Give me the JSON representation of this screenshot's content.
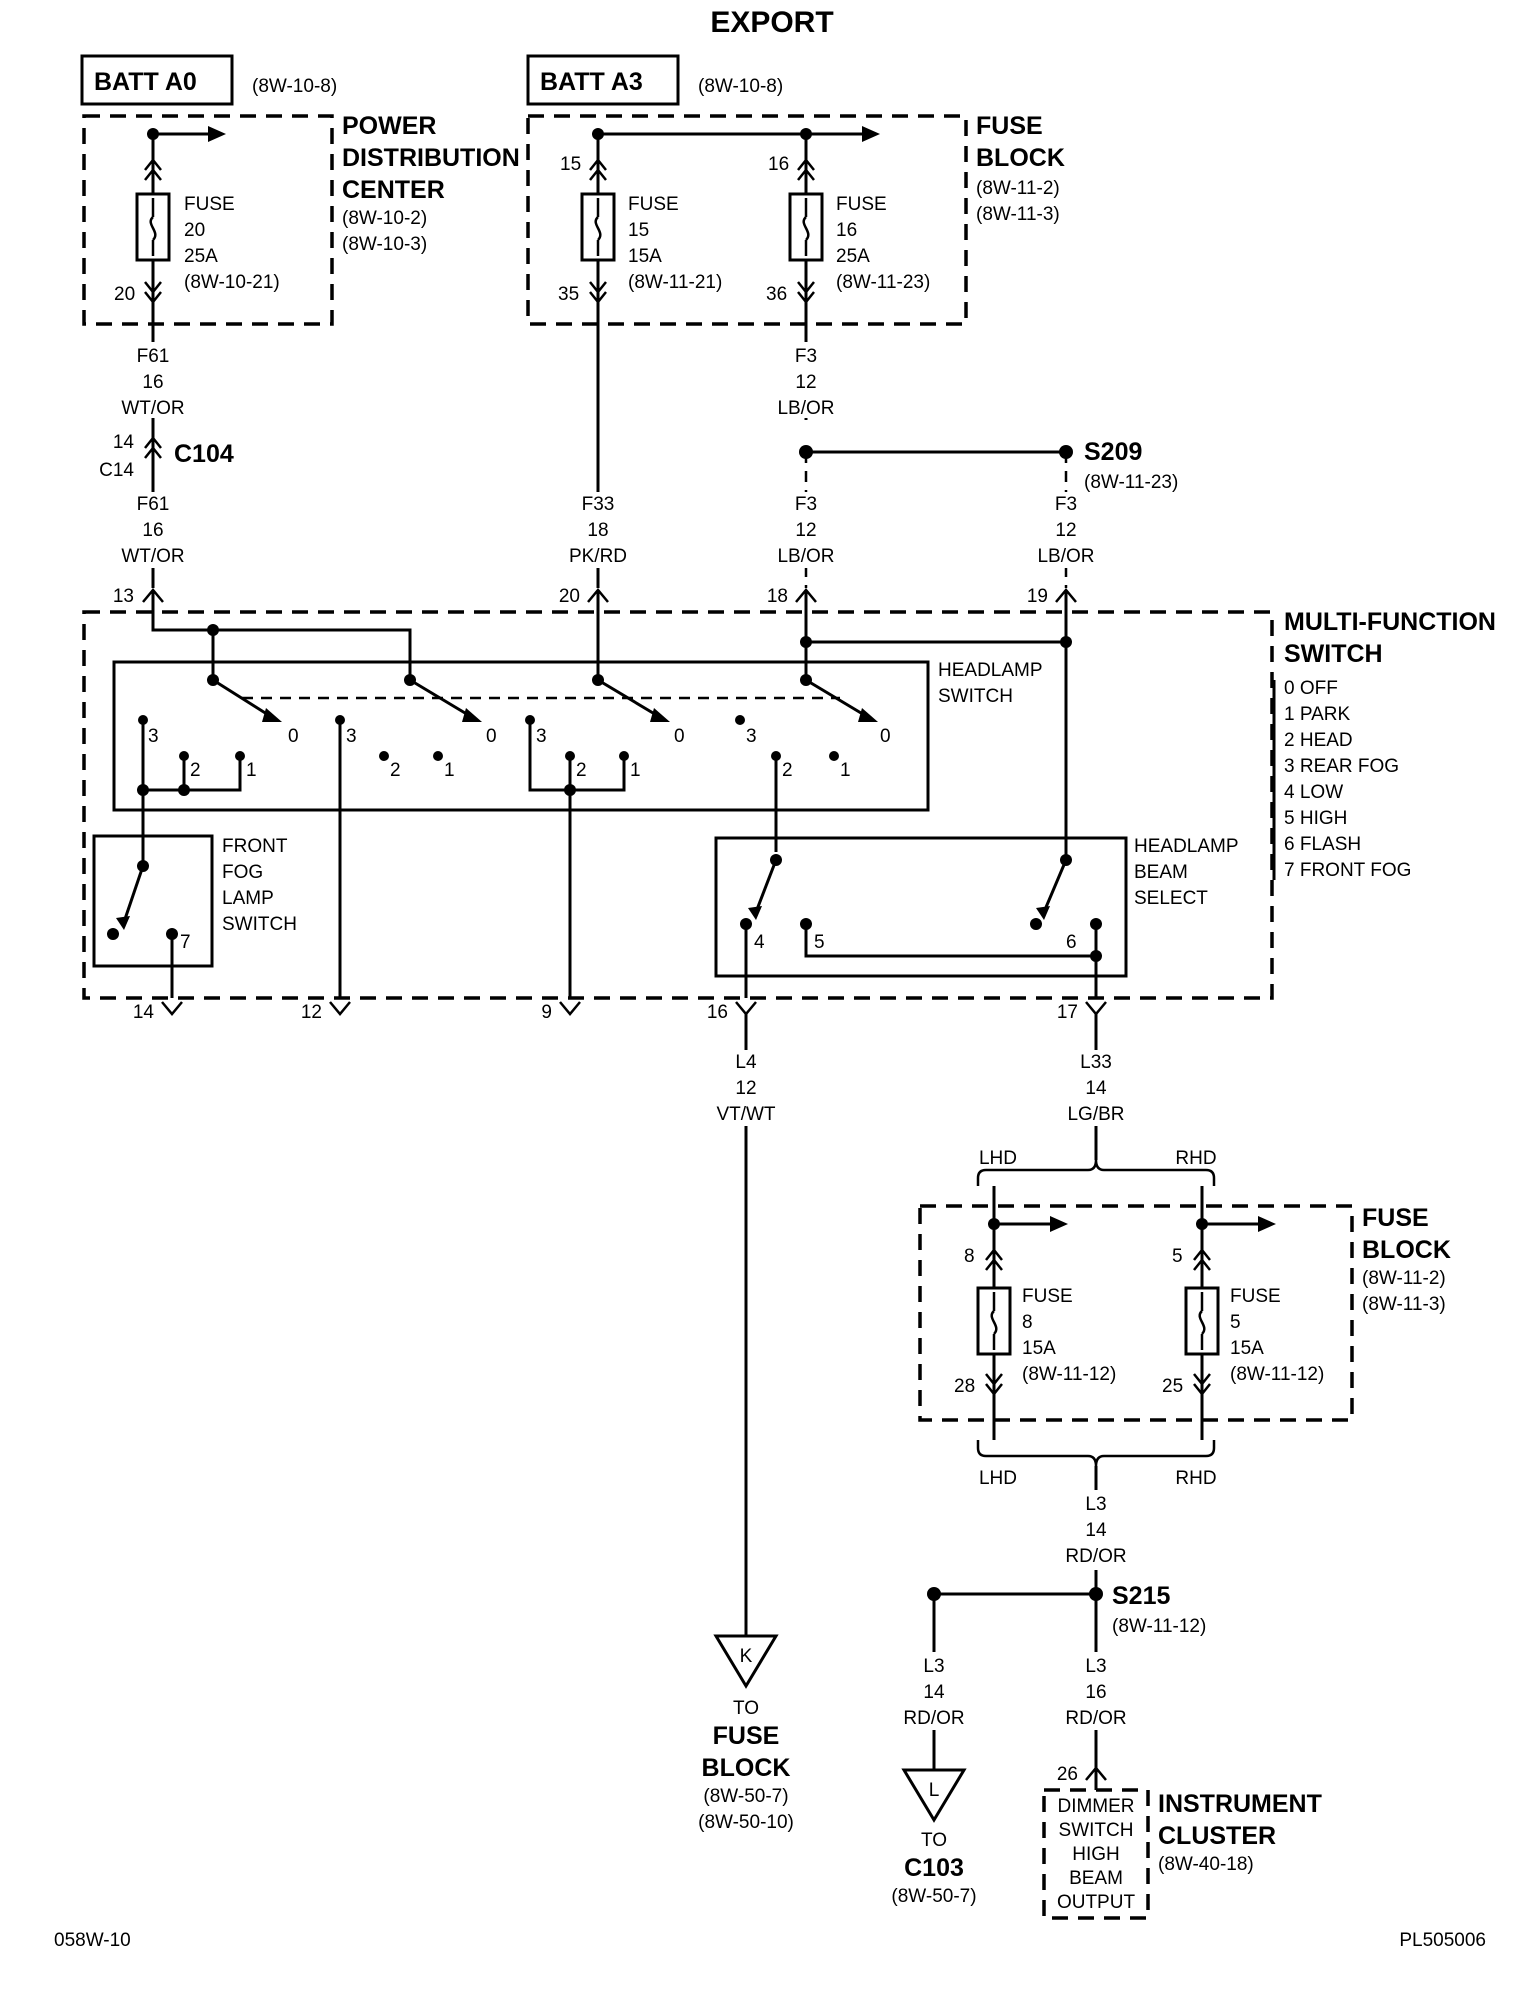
{
  "title": "EXPORT",
  "footer": {
    "left": "058W-10",
    "right": "PL505006"
  },
  "batt_a0": {
    "label": "BATT A0",
    "ref": "(8W-10-8)"
  },
  "batt_a3": {
    "label": "BATT A3",
    "ref": "(8W-10-8)"
  },
  "pdc": {
    "name": [
      "POWER",
      "DISTRIBUTION",
      "CENTER"
    ],
    "refs": [
      "(8W-10-2)",
      "(8W-10-3)"
    ],
    "fuse": {
      "lines": [
        "FUSE",
        "20",
        "25A",
        "(8W-10-21)"
      ],
      "in_pin": "",
      "out_pin": "20"
    }
  },
  "fuse_block_top": {
    "name": [
      "FUSE",
      "BLOCK"
    ],
    "refs": [
      "(8W-11-2)",
      "(8W-11-3)"
    ],
    "fuses": [
      {
        "lines": [
          "FUSE",
          "15",
          "15A",
          "(8W-11-21)"
        ],
        "in_pin": "15",
        "out_pin": "35"
      },
      {
        "lines": [
          "FUSE",
          "16",
          "25A",
          "(8W-11-23)"
        ],
        "in_pin": "16",
        "out_pin": "36"
      }
    ]
  },
  "wires": {
    "f61_upper": [
      "F61",
      "16",
      "WT/OR"
    ],
    "f61_lower": [
      "F61",
      "16",
      "WT/OR"
    ],
    "f3_upper": [
      "F3",
      "12",
      "LB/OR"
    ],
    "f3_mid": [
      "F3",
      "12",
      "LB/OR"
    ],
    "f3_right": [
      "F3",
      "12",
      "LB/OR"
    ],
    "f33": [
      "F33",
      "18",
      "PK/RD"
    ],
    "l4": [
      "L4",
      "12",
      "VT/WT"
    ],
    "l33": [
      "L33",
      "14",
      "LG/BR"
    ],
    "l3_main": [
      "L3",
      "14",
      "RD/OR"
    ],
    "l3_left": [
      "L3",
      "14",
      "RD/OR"
    ],
    "l3_right": [
      "L3",
      "16",
      "RD/OR"
    ]
  },
  "c104": {
    "label": "C104",
    "pin_top": "14",
    "pin_bottom": "C14"
  },
  "s209": {
    "label": "S209",
    "ref": "(8W-11-23)"
  },
  "s215": {
    "label": "S215",
    "ref": "(8W-11-12)"
  },
  "mfs": {
    "name": [
      "MULTI-FUNCTION",
      "SWITCH"
    ],
    "legend": [
      "0 OFF",
      "1 PARK",
      "2 HEAD",
      "3 REAR FOG",
      "4 LOW",
      "5 HIGH",
      "6 FLASH",
      "7 FRONT FOG"
    ],
    "input_pins": [
      "13",
      "20",
      "18",
      "19"
    ],
    "output_pins": [
      "14",
      "12",
      "9",
      "16",
      "17"
    ],
    "headlamp_switch": [
      "HEADLAMP",
      "SWITCH"
    ],
    "fog_switch": [
      "FRONT",
      "FOG",
      "LAMP",
      "SWITCH"
    ],
    "beam_select": [
      "HEADLAMP",
      "BEAM",
      "SELECT"
    ],
    "positions": [
      "3",
      "2",
      "1",
      "0"
    ],
    "fog_position": "7",
    "beam_positions": [
      "4",
      "5",
      "6"
    ]
  },
  "lhd": "LHD",
  "rhd": "RHD",
  "fuse_block_bottom": {
    "name": [
      "FUSE",
      "BLOCK"
    ],
    "refs": [
      "(8W-11-2)",
      "(8W-11-3)"
    ],
    "fuses": [
      {
        "lines": [
          "FUSE",
          "8",
          "15A",
          "(8W-11-12)"
        ],
        "in_pin": "8",
        "out_pin": "28"
      },
      {
        "lines": [
          "FUSE",
          "5",
          "15A",
          "(8W-11-12)"
        ],
        "in_pin": "5",
        "out_pin": "25"
      }
    ]
  },
  "to_fuse_block": {
    "connector": "K",
    "to": "TO",
    "name": [
      "FUSE",
      "BLOCK"
    ],
    "refs": [
      "(8W-50-7)",
      "(8W-50-10)"
    ]
  },
  "to_c103": {
    "connector": "L",
    "to": "TO",
    "name": "C103",
    "ref": "(8W-50-7)"
  },
  "instrument_cluster": {
    "pin": "26",
    "inside": [
      "DIMMER",
      "SWITCH",
      "HIGH",
      "BEAM",
      "OUTPUT"
    ],
    "name": [
      "INSTRUMENT",
      "CLUSTER"
    ],
    "ref": "(8W-40-18)"
  }
}
